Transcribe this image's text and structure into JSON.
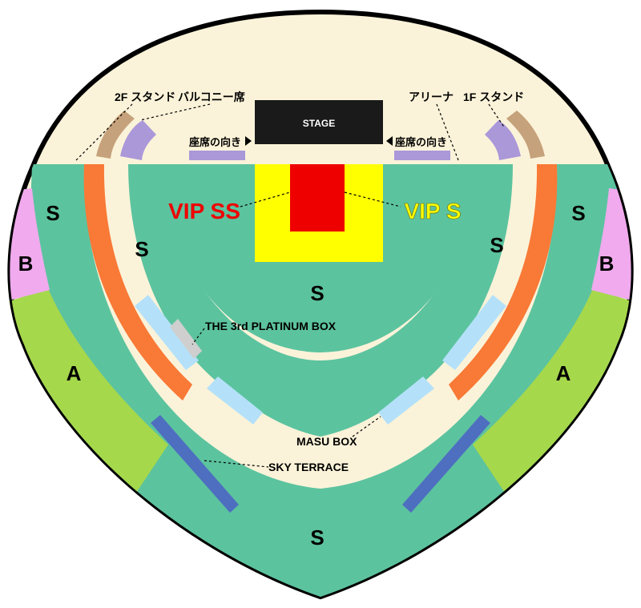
{
  "stage": {
    "label": "STAGE"
  },
  "arena_labels": {
    "vip_ss": "VIP SS",
    "vip_s": "VIP S"
  },
  "seat_direction": {
    "left": "座席の向き",
    "right": "座席の向き"
  },
  "callouts": {
    "stand_2f": "2F スタンド",
    "balcony": "バルコニー席",
    "arena": "アリーナ",
    "stand_1f": "1F スタンド",
    "platinum_box": "THE 3rd PLATINUM BOX",
    "masu_box": "MASU BOX",
    "sky_terrace": "SKY TERRACE"
  },
  "sections": {
    "s_top_left": "S",
    "s_top_right": "S",
    "s_inner_left": "S",
    "s_inner_right": "S",
    "s_center": "S",
    "s_bottom": "S",
    "b_left": "B",
    "b_right": "B",
    "a_left": "A",
    "a_right": "A"
  },
  "colors": {
    "outline": "#000000",
    "background": "#fbf3d9",
    "s_seat": "#5cc39f",
    "a_seat": "#a6d84c",
    "b_seat": "#f0aaed",
    "vip_ss": "#ee0000",
    "vip_s": "#ffff00",
    "balcony": "#f97936",
    "stand_1f_2f": "#c6a27c",
    "stand_lavender": "#aa98d9",
    "masu_box": "#b4e1f9",
    "sky_terrace": "#4e6ec0",
    "platinum_box": "#cfcfcf",
    "stage": "#1a1a1a"
  }
}
